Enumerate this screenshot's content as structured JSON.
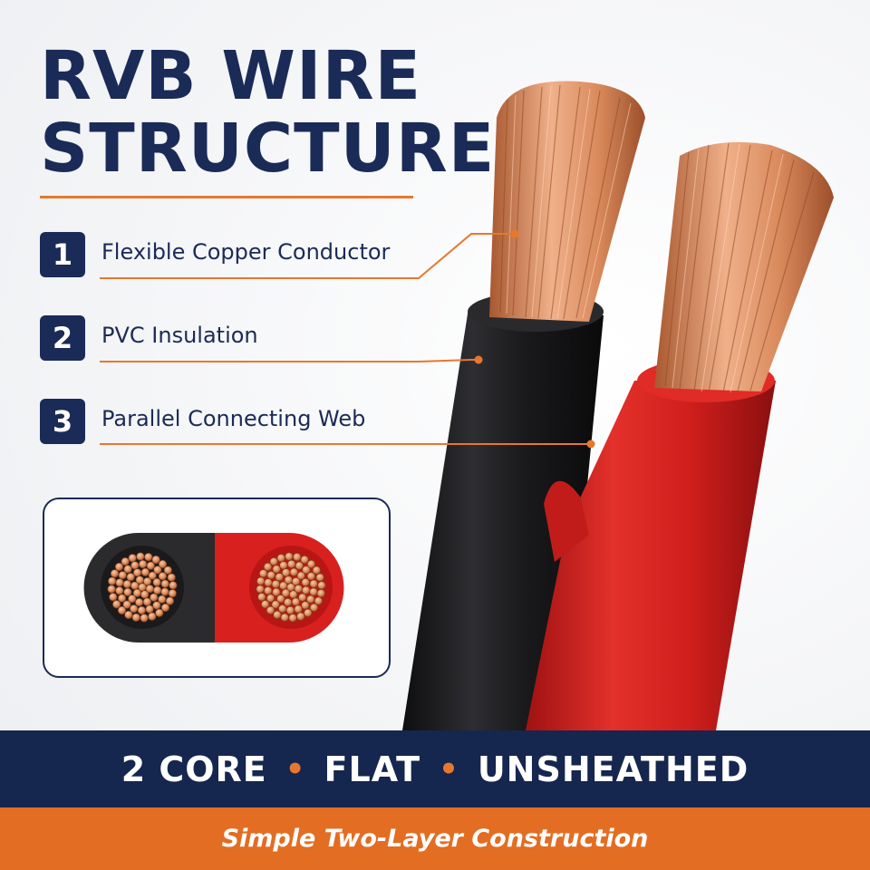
{
  "title": {
    "line1": "RVB WIRE",
    "line2": "STRUCTURE"
  },
  "features": [
    {
      "number": "1",
      "label": "Flexible Copper Conductor"
    },
    {
      "number": "2",
      "label": "PVC Insulation"
    },
    {
      "number": "3",
      "label": "Parallel Connecting Web"
    }
  ],
  "banner": {
    "item1": "2 CORE",
    "item2": "FLAT",
    "item3": "UNSHEATHED",
    "separator": "•"
  },
  "subtitle": "Simple Two-Layer Construction",
  "colors": {
    "navy": "#1b2b57",
    "accent_orange": "#e8772e",
    "wire_black": "#1c1c1e",
    "wire_red": "#d8201f",
    "copper": "#d98a5c"
  }
}
